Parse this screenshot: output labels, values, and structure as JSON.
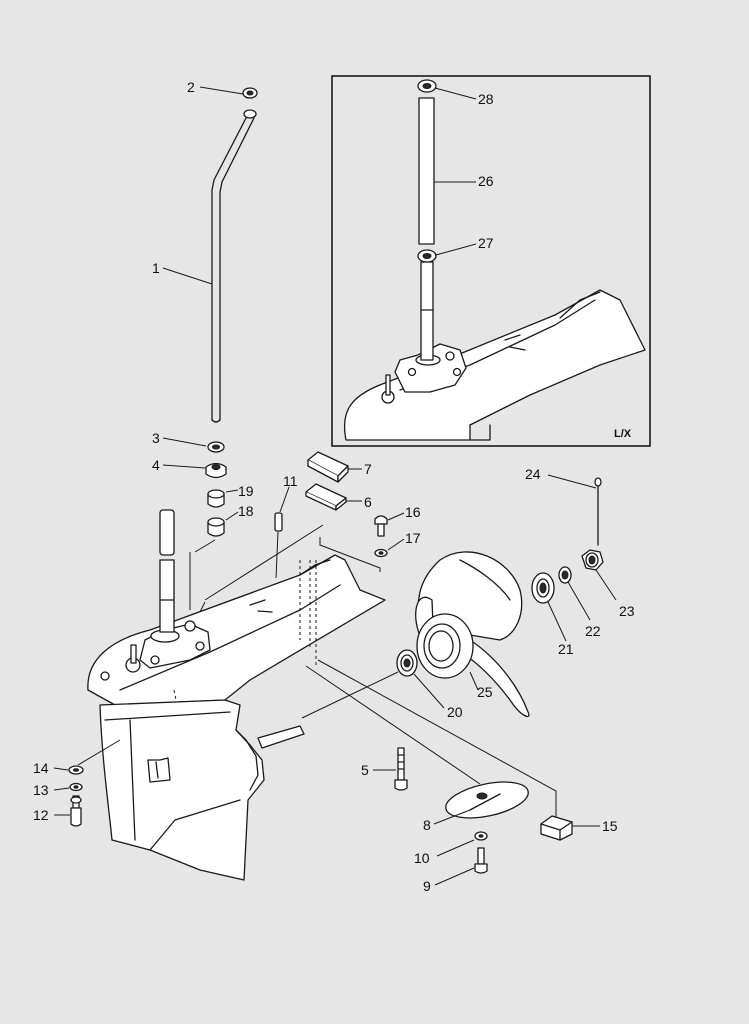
{
  "diagram": {
    "inset_tag": "L/X",
    "callouts": {
      "p1": "1",
      "p2": "2",
      "p3": "3",
      "p4": "4",
      "p5": "5",
      "p6": "6",
      "p7": "7",
      "p8": "8",
      "p9": "9",
      "p10": "10",
      "p11": "11",
      "p12": "12",
      "p13": "13",
      "p14": "14",
      "p15": "15",
      "p16": "16",
      "p17": "17",
      "p18": "18",
      "p19": "19",
      "p20": "20",
      "p21": "21",
      "p22": "22",
      "p23": "23",
      "p24": "24",
      "p25": "25",
      "p26": "26",
      "p27": "27",
      "p28": "28"
    }
  }
}
